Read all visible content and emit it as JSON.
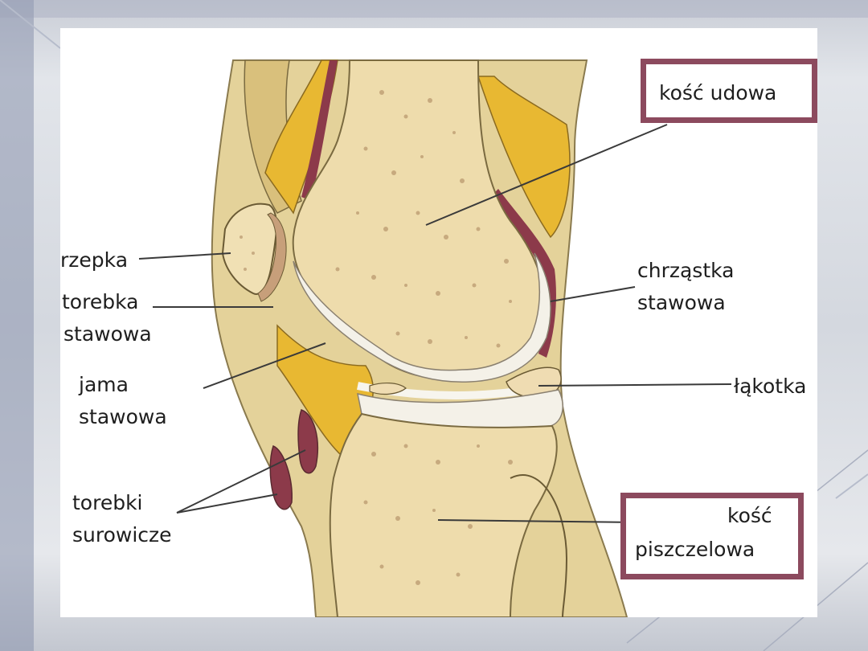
{
  "labels": {
    "femur": "kość udowa",
    "patella": "rzepka",
    "capsule_1": "torebka",
    "capsule_2": "stawowa",
    "cavity_1": "jama",
    "cavity_2": "stawowa",
    "bursae_1": "torebki",
    "bursae_2": "surowicze",
    "cartilage_1": "chrząstka",
    "cartilage_2": "stawowa",
    "meniscus": "łąkotka",
    "tibia_1": "kość",
    "tibia_2": "piszczelowa"
  },
  "colors": {
    "bone": "#eedcac",
    "bone_dots": "#a8825a",
    "fat": "#e8b832",
    "cartilage": "#f4f1e8",
    "synovial": "#8c3a4a",
    "tendon": "#dcc890",
    "highlight_box": "#8c4a5e"
  }
}
